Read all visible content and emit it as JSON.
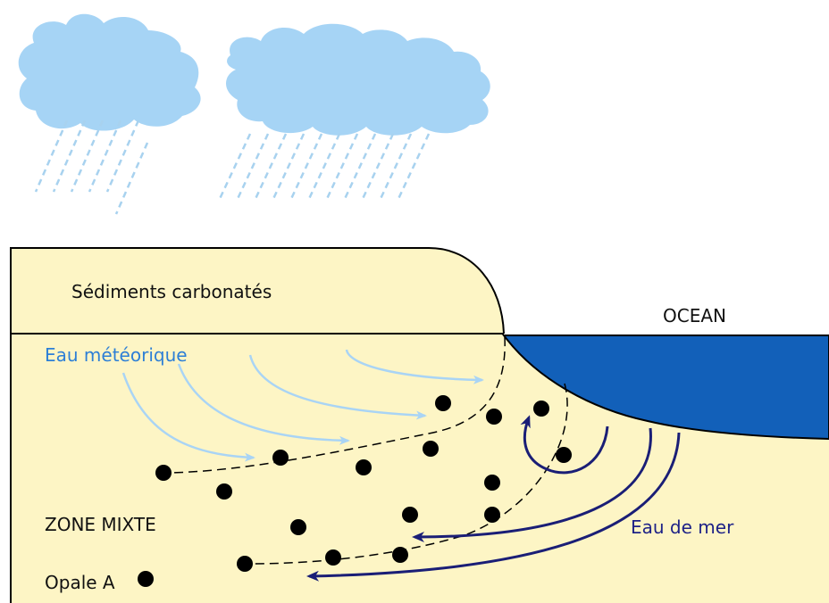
{
  "labels": {
    "sediments": "Sédiments carbonatés",
    "ocean": "OCEAN",
    "meteoric_water": "Eau météorique",
    "mixing_zone": "ZONE MIXTE",
    "seawater": "Eau de mer",
    "legend_opal": "Opale A"
  },
  "legend": {
    "opal_symbol": "black-dot"
  },
  "colors": {
    "sediment_fill": "#fdf5c5",
    "ocean_fill": "#1260b9",
    "cloud_fill": "#a6d4f5",
    "rain": "#a8d2ef",
    "meteoric_arrow": "#a9d4f5",
    "meteoric_text": "#2d7fd6",
    "seawater_arrow": "#1a1e76",
    "seawater_text": "#1e2287",
    "opal_dot": "#000000",
    "outline": "#000000"
  }
}
